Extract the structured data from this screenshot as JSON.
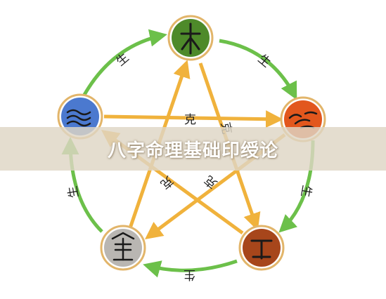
{
  "banner": {
    "title": "八字命理基础印绶论"
  },
  "diagram": {
    "generating_label": "生",
    "overcoming_label": "克",
    "colors": {
      "generating_arrow": "#6cc04a",
      "overcoming_arrow": "#f0b23c",
      "wood": "#4e8a2a",
      "fire": "#e2571d",
      "earth": "#a7461b",
      "metal": "#b9b6b2",
      "water": "#4b79cf",
      "ring": "#e2b56a"
    }
  }
}
